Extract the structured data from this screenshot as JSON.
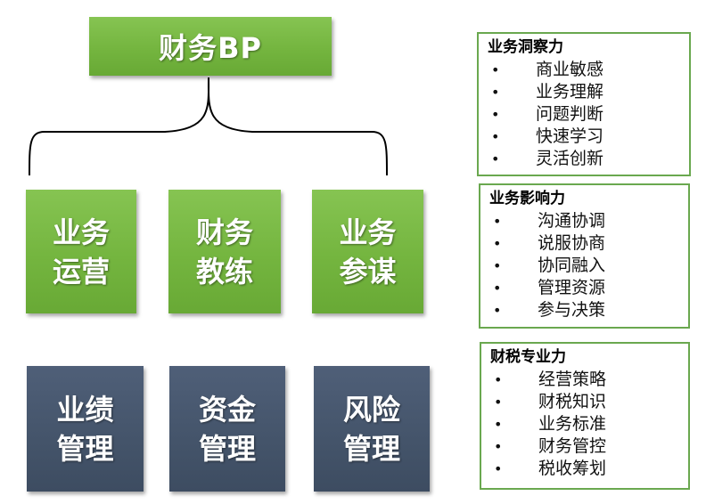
{
  "top": {
    "label": "财务BP"
  },
  "roles": [
    {
      "line1": "业务",
      "line2": "运营"
    },
    {
      "line1": "财务",
      "line2": "教练"
    },
    {
      "line1": "业务",
      "line2": "参谋"
    }
  ],
  "functions": [
    {
      "line1": "业绩",
      "line2": "管理"
    },
    {
      "line1": "资金",
      "line2": "管理"
    },
    {
      "line1": "风险",
      "line2": "管理"
    }
  ],
  "panels": [
    {
      "title": "业务洞察力",
      "items": [
        "商业敏感",
        "业务理解",
        "问题判断",
        "快速学习",
        "灵活创新"
      ]
    },
    {
      "title": "业务影响力",
      "items": [
        "沟通协调",
        "说服协商",
        "协同融入",
        "管理资源",
        "参与决策"
      ]
    },
    {
      "title": "财税专业力",
      "items": [
        "经营策略",
        "财税知识",
        "业务标准",
        "财务管控",
        "税收筹划"
      ]
    }
  ],
  "colors": {
    "green": "#74b53f",
    "navy": "#44546a",
    "panel_border": "#6aa84f"
  }
}
